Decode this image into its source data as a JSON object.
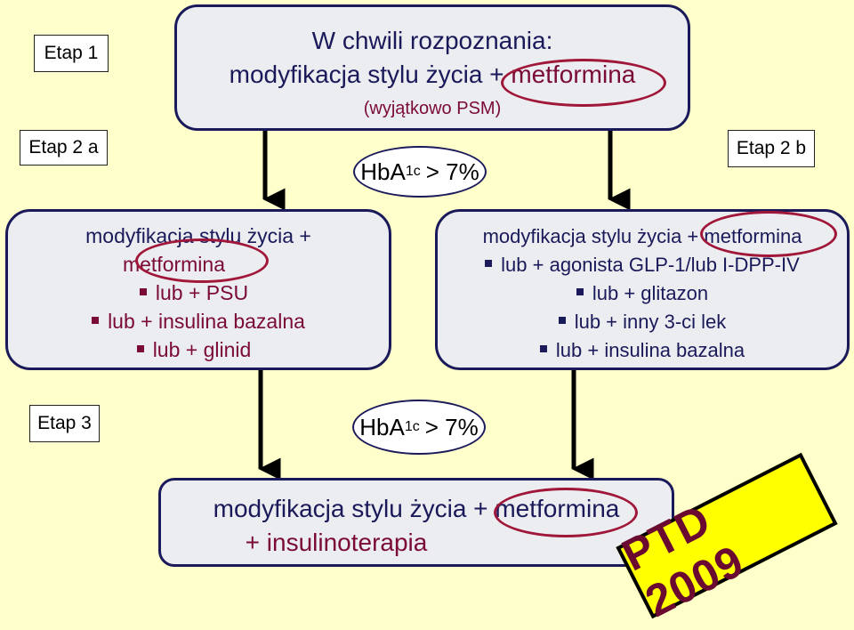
{
  "stages": {
    "etap1": "Etap 1",
    "etap2a": "Etap 2 a",
    "etap2b": "Etap 2 b",
    "etap3": "Etap 3"
  },
  "top_box": {
    "line1": "W chwili rozpoznania:",
    "line2_prefix": "modyfikacja stylu życia +",
    "line2_drug": "metformina",
    "line3": "(wyjątkowo PSM)"
  },
  "hba1c_label": {
    "name": "HbA",
    "sub": "1c",
    "condition": "> 7%"
  },
  "left_box": {
    "line1": "modyfikacja stylu  życia +",
    "drug": "metformina",
    "items": [
      "lub + PSU",
      "lub + insulina bazalna",
      "lub + glinid"
    ]
  },
  "right_box": {
    "line1_prefix": "modyfikacja stylu  życia +",
    "drug": "metformina",
    "items": [
      "lub + agonista GLP-1/lub I-DPP-IV",
      "lub + glitazon",
      "lub + inny 3-ci lek",
      "lub + insulina bazalna"
    ]
  },
  "bottom_box": {
    "line1_prefix": "modyfikacja stylu  życia +",
    "drug": "metformina",
    "line2": "+  insulinoterapia"
  },
  "badge": "PTD 2009",
  "colors": {
    "background": "#ffffcc",
    "box_fill": "#ecedf0",
    "box_border": "#1a1a5a",
    "highlight": "#7a0a36",
    "oval": "#a0173a",
    "badge_fill": "#ffff00"
  }
}
